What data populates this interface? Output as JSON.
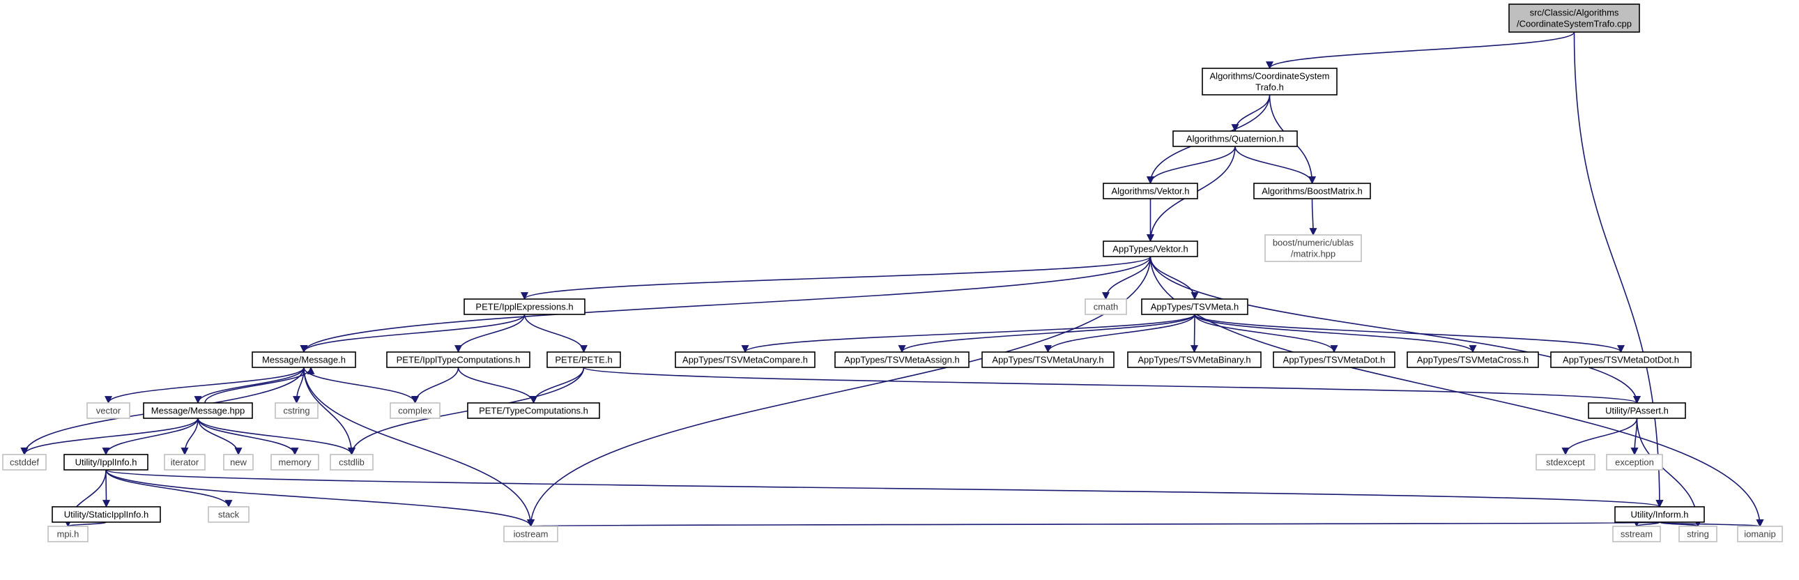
{
  "diagram": {
    "type": "include-dependency-graph",
    "colors": {
      "edge": "#191970",
      "root_fill": "#bfbfbf",
      "node_border": "#000000",
      "external_border": "#bfbfbf"
    },
    "nodes": [
      {
        "id": "root",
        "lines": [
          "src/Classic/Algorithms",
          "/CoordinateSystemTrafo.cpp"
        ],
        "kind": "root"
      },
      {
        "id": "coordtrafo",
        "lines": [
          "Algorithms/CoordinateSystem",
          "Trafo.h"
        ],
        "kind": "file"
      },
      {
        "id": "quaternion",
        "lines": [
          "Algorithms/Quaternion.h"
        ],
        "kind": "file"
      },
      {
        "id": "algvektor",
        "lines": [
          "Algorithms/Vektor.h"
        ],
        "kind": "file"
      },
      {
        "id": "boostmatrix",
        "lines": [
          "Algorithms/BoostMatrix.h"
        ],
        "kind": "file"
      },
      {
        "id": "ublas",
        "lines": [
          "boost/numeric/ublas",
          "/matrix.hpp"
        ],
        "kind": "external"
      },
      {
        "id": "appvektor",
        "lines": [
          "AppTypes/Vektor.h"
        ],
        "kind": "file"
      },
      {
        "id": "cmath",
        "lines": [
          "cmath"
        ],
        "kind": "external"
      },
      {
        "id": "tsvmeta",
        "lines": [
          "AppTypes/TSVMeta.h"
        ],
        "kind": "file"
      },
      {
        "id": "ipplexpr",
        "lines": [
          "PETE/IpplExpressions.h"
        ],
        "kind": "file"
      },
      {
        "id": "messageh",
        "lines": [
          "Message/Message.h"
        ],
        "kind": "file"
      },
      {
        "id": "ippltypecomp",
        "lines": [
          "PETE/IpplTypeComputations.h"
        ],
        "kind": "file"
      },
      {
        "id": "peteh",
        "lines": [
          "PETE/PETE.h"
        ],
        "kind": "file"
      },
      {
        "id": "tsvcompare",
        "lines": [
          "AppTypes/TSVMetaCompare.h"
        ],
        "kind": "file"
      },
      {
        "id": "tsvassign",
        "lines": [
          "AppTypes/TSVMetaAssign.h"
        ],
        "kind": "file"
      },
      {
        "id": "tsvunary",
        "lines": [
          "AppTypes/TSVMetaUnary.h"
        ],
        "kind": "file"
      },
      {
        "id": "tsvbinary",
        "lines": [
          "AppTypes/TSVMetaBinary.h"
        ],
        "kind": "file"
      },
      {
        "id": "tsvdot",
        "lines": [
          "AppTypes/TSVMetaDot.h"
        ],
        "kind": "file"
      },
      {
        "id": "tsvcross",
        "lines": [
          "AppTypes/TSVMetaCross.h"
        ],
        "kind": "file"
      },
      {
        "id": "tsvdotdot",
        "lines": [
          "AppTypes/TSVMetaDotDot.h"
        ],
        "kind": "file"
      },
      {
        "id": "vector",
        "lines": [
          "vector"
        ],
        "kind": "external"
      },
      {
        "id": "messagehpp",
        "lines": [
          "Message/Message.hpp"
        ],
        "kind": "file"
      },
      {
        "id": "cstring",
        "lines": [
          "cstring"
        ],
        "kind": "external"
      },
      {
        "id": "complex",
        "lines": [
          "complex"
        ],
        "kind": "external"
      },
      {
        "id": "typecomp",
        "lines": [
          "PETE/TypeComputations.h"
        ],
        "kind": "file"
      },
      {
        "id": "passert",
        "lines": [
          "Utility/PAssert.h"
        ],
        "kind": "file"
      },
      {
        "id": "cstddef",
        "lines": [
          "cstddef"
        ],
        "kind": "external"
      },
      {
        "id": "ipplinfo",
        "lines": [
          "Utility/IpplInfo.h"
        ],
        "kind": "file"
      },
      {
        "id": "iterator",
        "lines": [
          "iterator"
        ],
        "kind": "external"
      },
      {
        "id": "new",
        "lines": [
          "new"
        ],
        "kind": "external"
      },
      {
        "id": "memory",
        "lines": [
          "memory"
        ],
        "kind": "external"
      },
      {
        "id": "cstdlib",
        "lines": [
          "cstdlib"
        ],
        "kind": "external"
      },
      {
        "id": "stdexcept",
        "lines": [
          "stdexcept"
        ],
        "kind": "external"
      },
      {
        "id": "exception",
        "lines": [
          "exception"
        ],
        "kind": "external"
      },
      {
        "id": "staticippl",
        "lines": [
          "Utility/StaticIpplInfo.h"
        ],
        "kind": "file"
      },
      {
        "id": "stack",
        "lines": [
          "stack"
        ],
        "kind": "external"
      },
      {
        "id": "inform",
        "lines": [
          "Utility/Inform.h"
        ],
        "kind": "file"
      },
      {
        "id": "mpih",
        "lines": [
          "mpi.h"
        ],
        "kind": "external"
      },
      {
        "id": "iostream",
        "lines": [
          "iostream"
        ],
        "kind": "external"
      },
      {
        "id": "sstream",
        "lines": [
          "sstream"
        ],
        "kind": "external"
      },
      {
        "id": "string",
        "lines": [
          "string"
        ],
        "kind": "external"
      },
      {
        "id": "iomanip",
        "lines": [
          "iomanip"
        ],
        "kind": "external"
      }
    ],
    "edges": [
      [
        "root",
        "coordtrafo"
      ],
      [
        "root",
        "inform"
      ],
      [
        "coordtrafo",
        "quaternion"
      ],
      [
        "coordtrafo",
        "algvektor"
      ],
      [
        "coordtrafo",
        "boostmatrix"
      ],
      [
        "quaternion",
        "algvektor"
      ],
      [
        "quaternion",
        "boostmatrix"
      ],
      [
        "quaternion",
        "appvektor"
      ],
      [
        "algvektor",
        "appvektor"
      ],
      [
        "boostmatrix",
        "ublas"
      ],
      [
        "appvektor",
        "messageh"
      ],
      [
        "appvektor",
        "ipplexpr"
      ],
      [
        "appvektor",
        "iostream"
      ],
      [
        "appvektor",
        "cmath"
      ],
      [
        "appvektor",
        "tsvmeta"
      ],
      [
        "appvektor",
        "passert"
      ],
      [
        "appvektor",
        "iomanip"
      ],
      [
        "tsvmeta",
        "tsvcompare"
      ],
      [
        "tsvmeta",
        "tsvassign"
      ],
      [
        "tsvmeta",
        "tsvunary"
      ],
      [
        "tsvmeta",
        "tsvbinary"
      ],
      [
        "tsvmeta",
        "tsvdot"
      ],
      [
        "tsvmeta",
        "tsvcross"
      ],
      [
        "tsvmeta",
        "tsvdotdot"
      ],
      [
        "ipplexpr",
        "messageh"
      ],
      [
        "ipplexpr",
        "ippltypecomp"
      ],
      [
        "ipplexpr",
        "peteh"
      ],
      [
        "ippltypecomp",
        "complex"
      ],
      [
        "ippltypecomp",
        "typecomp"
      ],
      [
        "peteh",
        "typecomp"
      ],
      [
        "peteh",
        "cstdlib"
      ],
      [
        "peteh",
        "passert"
      ],
      [
        "messageh",
        "messagehpp"
      ],
      [
        "messageh",
        "cstddef"
      ],
      [
        "messageh",
        "vector"
      ],
      [
        "messageh",
        "cstring"
      ],
      [
        "messageh",
        "complex"
      ],
      [
        "messageh",
        "cstdlib"
      ],
      [
        "messageh",
        "iostream"
      ],
      [
        "messagehpp",
        "messageh"
      ],
      [
        "messagehpp",
        "cstddef"
      ],
      [
        "messagehpp",
        "ipplinfo"
      ],
      [
        "messagehpp",
        "iterator"
      ],
      [
        "messagehpp",
        "new"
      ],
      [
        "messagehpp",
        "memory"
      ],
      [
        "messagehpp",
        "cstdlib"
      ],
      [
        "ipplinfo",
        "staticippl"
      ],
      [
        "ipplinfo",
        "stack"
      ],
      [
        "ipplinfo",
        "inform"
      ],
      [
        "ipplinfo",
        "mpih"
      ],
      [
        "ipplinfo",
        "iostream"
      ],
      [
        "staticippl",
        "mpih"
      ],
      [
        "passert",
        "stdexcept"
      ],
      [
        "passert",
        "exception"
      ],
      [
        "passert",
        "string"
      ],
      [
        "inform",
        "iostream"
      ],
      [
        "inform",
        "sstream"
      ],
      [
        "inform",
        "string"
      ],
      [
        "inform",
        "iomanip"
      ]
    ]
  }
}
